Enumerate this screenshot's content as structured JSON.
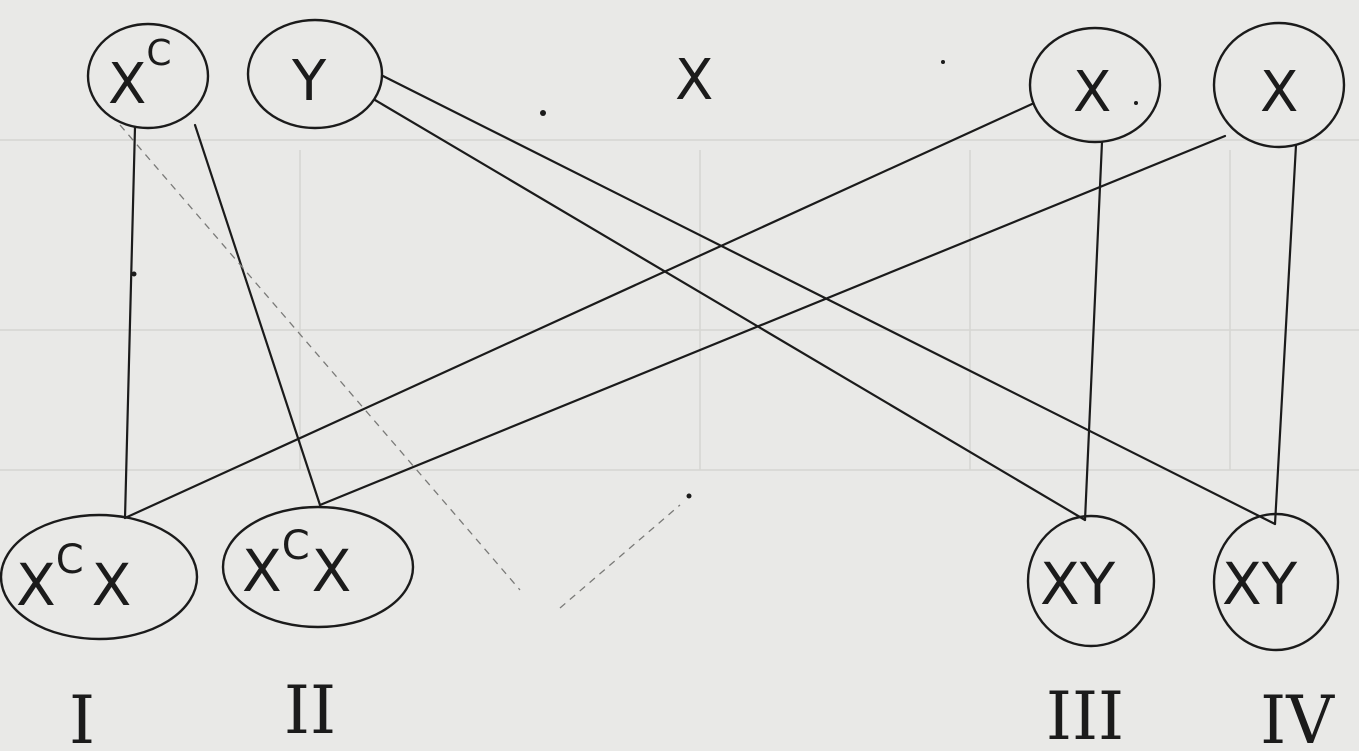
{
  "parents": {
    "female": {
      "gamete_1": {
        "base": "X",
        "sup": "C"
      },
      "gamete_2": {
        "base": "X",
        "sup": ""
      }
    },
    "male": {
      "gamete_1": {
        "base": "Y",
        "sup": ""
      },
      "gamete_2": {
        "base": "X",
        "sup": ""
      },
      "gamete_3": {
        "base": "X",
        "sup": ""
      }
    }
  },
  "offspring": [
    {
      "label": "I",
      "allele_1_base": "X",
      "allele_1_sup": "C",
      "allele_2": "X"
    },
    {
      "label": "II",
      "allele_1_base": "X",
      "allele_1_sup": "C",
      "allele_2": "X"
    },
    {
      "label": "III",
      "allele_1_base": "X",
      "allele_1_sup": "",
      "allele_2": "Y"
    },
    {
      "label": "IV",
      "allele_1_base": "X",
      "allele_1_sup": "",
      "allele_2": "Y"
    }
  ],
  "colors": {
    "ink": "#1b1b1b",
    "paper": "#e9e9e7",
    "ghost": "#b8b8b4"
  }
}
